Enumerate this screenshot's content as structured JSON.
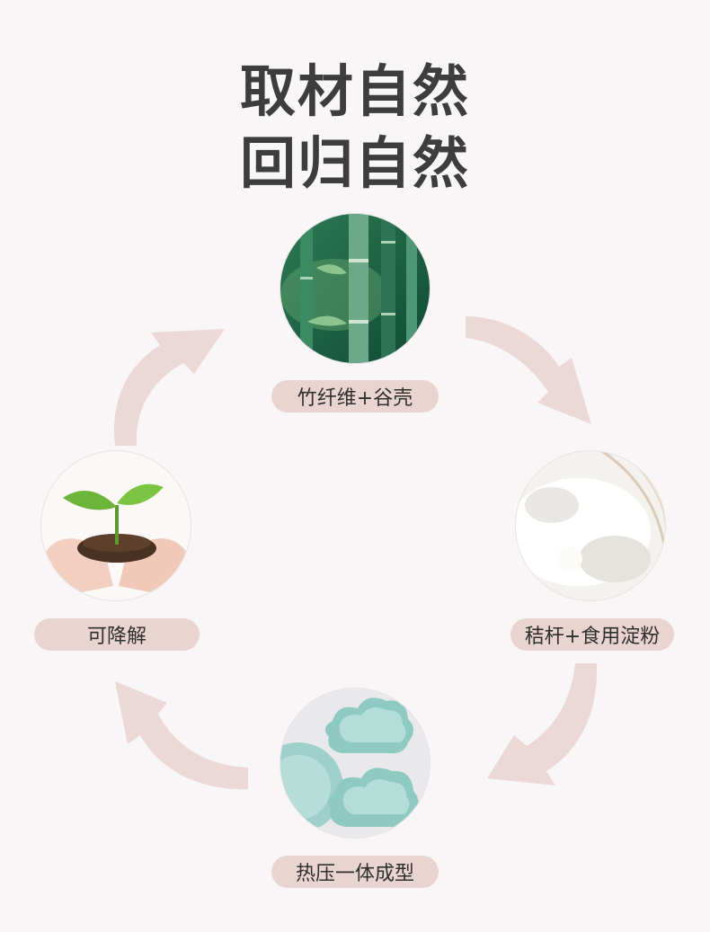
{
  "heading": {
    "line1": "取材自然",
    "line2": "回归自然"
  },
  "steps": [
    {
      "label": "竹纤维+谷壳",
      "icon": "bamboo-photo"
    },
    {
      "label": "秸杆+食用淀粉",
      "icon": "starch-powder-photo"
    },
    {
      "label": "热压一体成型",
      "icon": "cloud-plates-photo"
    },
    {
      "label": "可降解",
      "icon": "seedling-in-hands-photo"
    }
  ],
  "colors": {
    "background": "#f8f6f6",
    "title": "#3d3d3d",
    "pill": "#ead4d2",
    "arrow": "#ecd9d7"
  }
}
